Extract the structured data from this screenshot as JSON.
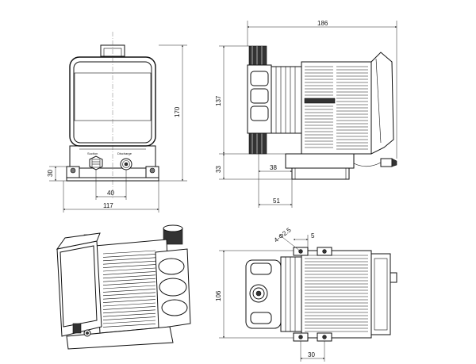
{
  "front_view": {
    "label_a": "Suction",
    "label_b": "Discharge",
    "dim_height": "170",
    "dim_foot": "30",
    "dim_port_spacing": "40",
    "dim_width": "117"
  },
  "side_view": {
    "dim_length": "186",
    "dim_upper_height": "137",
    "dim_lower_height": "33",
    "dim_base_offset": "38",
    "dim_front_offset": "51"
  },
  "top_view": {
    "dim_depth": "106",
    "dim_hole_spacing": "30",
    "dim_hole": "4-Φ2.5",
    "dim_edge": "5"
  },
  "colors": {
    "line": "#111111",
    "background": "#ffffff"
  },
  "icons": {
    "fitting": "hex-fitting-icon",
    "port": "port-icon"
  }
}
